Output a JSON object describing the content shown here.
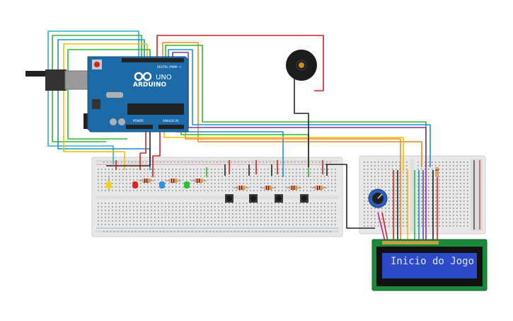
{
  "arduino": {
    "brand": "ARDUINO",
    "model": "UNO",
    "digital_label": "DIGITAL (PWM ~)",
    "power_label": "POWER",
    "analog_label": "ANALOG IN",
    "board_color": "#1d6aa8"
  },
  "lcd": {
    "text": "Inicio do Jogo",
    "pcb_color": "#1a8a3a",
    "screen_color": "#2c49c8"
  },
  "leds": [
    {
      "name": "yellow-led",
      "color": "#f2d21b"
    },
    {
      "name": "red-led",
      "color": "#e02424"
    },
    {
      "name": "blue-led",
      "color": "#2f8fe0"
    },
    {
      "name": "green-led",
      "color": "#27c23a"
    }
  ],
  "wire_colors": {
    "red": "#d72020",
    "black": "#222222",
    "green": "#2eb82e",
    "blue": "#1f8fd8",
    "yellow": "#f0c000",
    "orange": "#f08a1a",
    "purple": "#7a3aa8"
  }
}
